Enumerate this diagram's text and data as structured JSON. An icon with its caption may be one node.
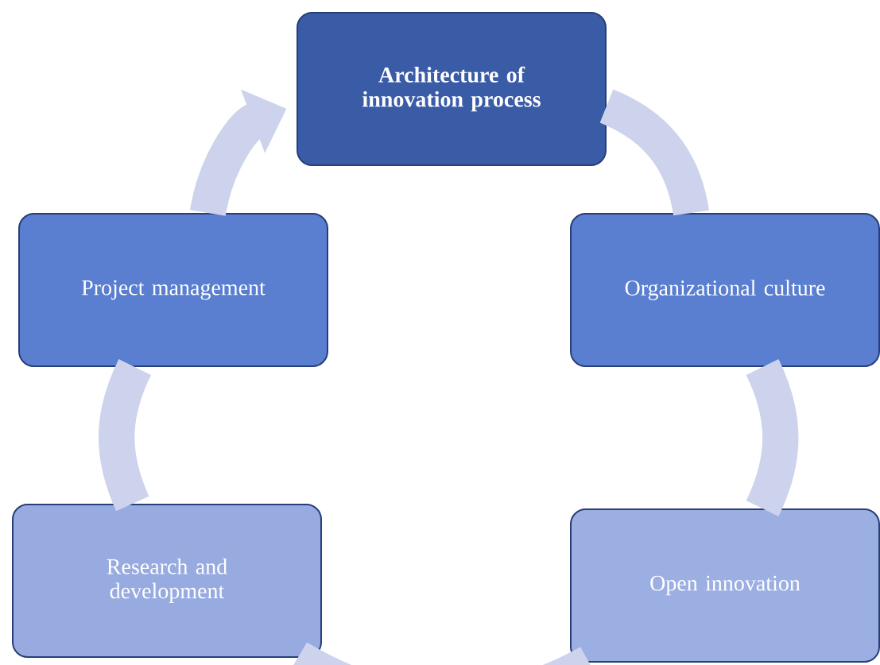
{
  "diagram": {
    "nodes": [
      {
        "text": [
          "Architecture of innovation process"
        ]
      },
      {
        "text": [
          "Project management"
        ]
      },
      {
        "text": [
          "Organizational culture"
        ]
      },
      {
        "text": [
          "Research and development"
        ]
      },
      {
        "text": [
          "Open innovation"
        ]
      }
    ],
    "edges": [
      {
        "from": 0,
        "to": 2,
        "arrow": "none"
      },
      {
        "from": 2,
        "to": 4,
        "arrow": "none"
      },
      {
        "from": 4,
        "to": 3,
        "arrow": "none"
      },
      {
        "from": 3,
        "to": 1,
        "arrow": "none"
      },
      {
        "from": 1,
        "to": 0,
        "arrow": "to"
      }
    ]
  }
}
